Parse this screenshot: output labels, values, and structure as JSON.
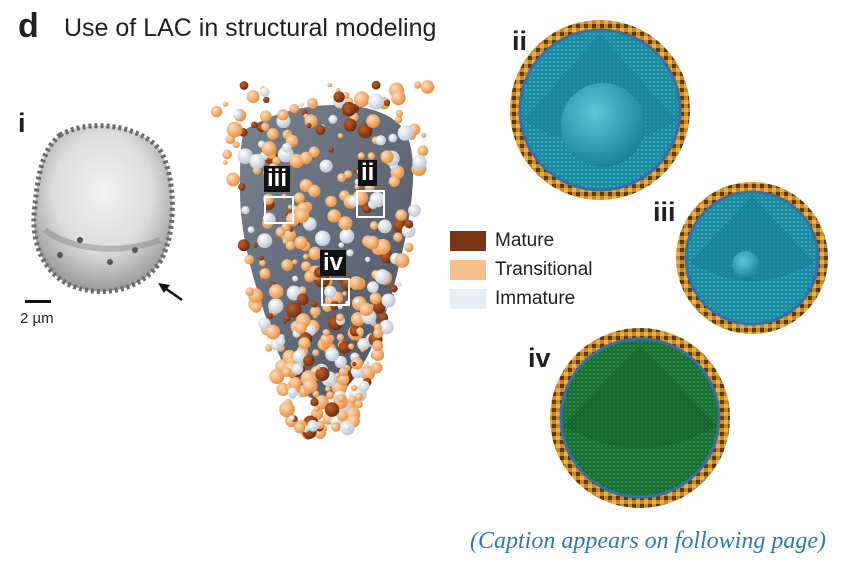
{
  "panel": {
    "letter": "d",
    "title": "Use of LAC in structural modeling"
  },
  "labels": {
    "i": "i",
    "ii": "ii",
    "iii": "iii",
    "iv": "iv"
  },
  "scale": {
    "label": "2 µm"
  },
  "legend": [
    {
      "label": "Mature",
      "color": "#7a3416"
    },
    {
      "label": "Transitional",
      "color": "#f6c08d"
    },
    {
      "label": "Immature",
      "color": "#e8eef7"
    }
  ],
  "caption_note": "(Caption appears on following page)",
  "colors": {
    "accent": "#2a7bb5",
    "membrane": "#3a6fa3",
    "interior_teal": "#1f96ad",
    "interior_green": "#1e7a3a",
    "granule_orange": "#d8862f",
    "cell_gray": "#5d6574"
  }
}
